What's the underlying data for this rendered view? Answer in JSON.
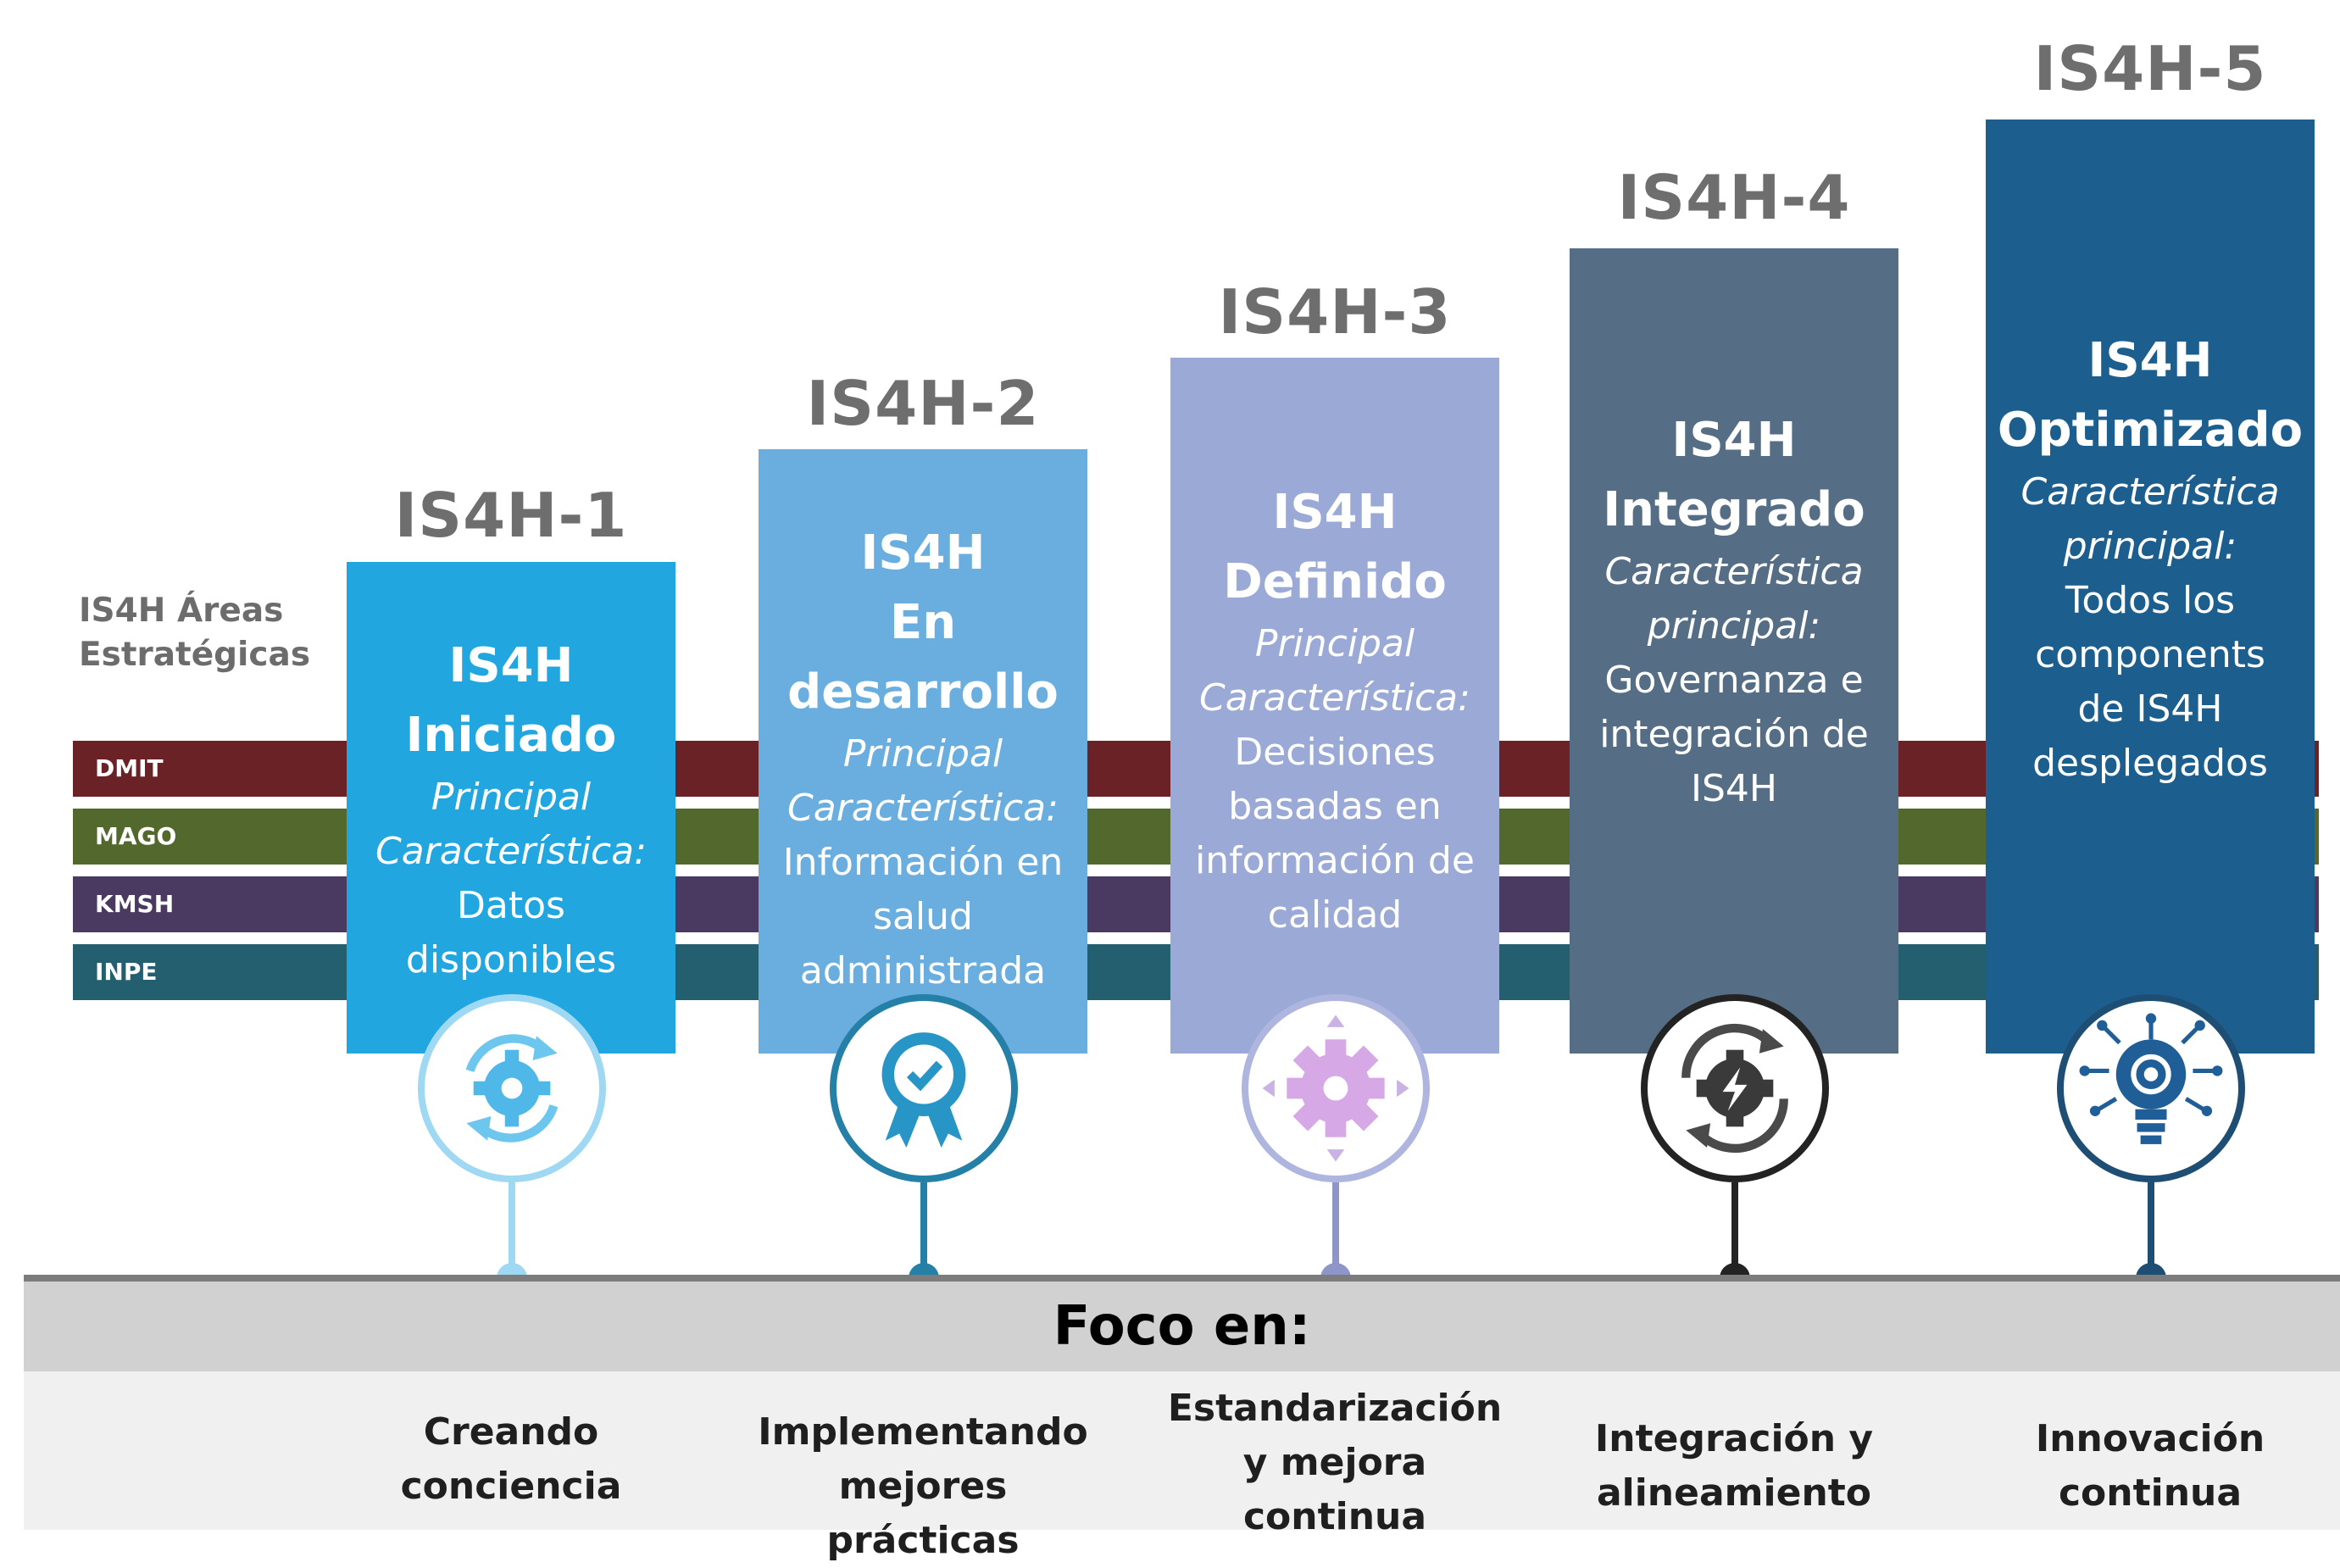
{
  "areas_title": "IS4H Áreas Estratégicas",
  "areas": [
    {
      "label": "DMIT",
      "color": "#6b2226"
    },
    {
      "label": "MAGO",
      "color": "#52682c"
    },
    {
      "label": "KMSH",
      "color": "#4a3a61"
    },
    {
      "label": "INPE",
      "color": "#245f70"
    }
  ],
  "levels": [
    {
      "level": "IS4H-1",
      "name_line1": "IS4H",
      "name_line2": "Iniciado",
      "name_line3": "",
      "label_line1": "Principal",
      "label_line2": "Característica:",
      "desc_line1": "Datos",
      "desc_line2": "disponibles",
      "desc_line3": "",
      "icon": "gear-refresh-icon",
      "focus_line1": "Creando",
      "focus_line2": "conciencia",
      "focus_line3": "",
      "color": "#22a6df",
      "icon_color": "#9fd8f2"
    },
    {
      "level": "IS4H-2",
      "name_line1": "IS4H",
      "name_line2": "En",
      "name_line3": "desarrollo",
      "label_line1": "Principal",
      "label_line2": "Característica:",
      "desc_line1": "Información en",
      "desc_line2": "salud",
      "desc_line3": "administrada",
      "icon": "award-ribbon-icon",
      "focus_line1": "Implementando",
      "focus_line2": "mejores prácticas",
      "focus_line3": "",
      "color": "#6aaee0",
      "icon_color": "#2580a8"
    },
    {
      "level": "IS4H-3",
      "name_line1": "IS4H",
      "name_line2": "Definido",
      "name_line3": "",
      "label_line1": "Principal",
      "label_line2": "Característica:",
      "desc_line1": "Decisiones",
      "desc_line2": "basadas en",
      "desc_line3": "información de",
      "desc_line4": "calidad",
      "icon": "gear-arrows-icon",
      "focus_line1": "Estandarización",
      "focus_line2": "y mejora",
      "focus_line3": "continua",
      "color": "#9aa9d6",
      "icon_color": "#8d95c9"
    },
    {
      "level": "IS4H-4",
      "name_line1": "IS4H",
      "name_line2": "Integrado",
      "name_line3": "",
      "label_line1": "Característica",
      "label_line2": "principal:",
      "desc_line1": "Governanza e",
      "desc_line2": "integración de",
      "desc_line3": "IS4H",
      "icon": "gear-lightning-icon",
      "focus_line1": "Integración y",
      "focus_line2": "alineamiento",
      "focus_line3": "",
      "color": "#566d86",
      "icon_color": "#232323"
    },
    {
      "level": "IS4H-5",
      "name_line1": "IS4H",
      "name_line2": "Optimizado",
      "name_line3": "",
      "label_line1": "Característica",
      "label_line2": "principal:",
      "desc_line1": "Todos los",
      "desc_line2": "components",
      "desc_line3": "de IS4H",
      "desc_line4": "desplegados",
      "icon": "innovation-bulb-icon",
      "focus_line1": "Innovación",
      "focus_line2": "continua",
      "focus_line3": "",
      "color": "#1c5e8e",
      "icon_color": "#1f4e74"
    }
  ],
  "focus_title": "Foco en:",
  "colors": {
    "axis": "#7c7c7c",
    "focus_band": "#d1d1d1",
    "bottom_band": "#f0f0f0"
  }
}
